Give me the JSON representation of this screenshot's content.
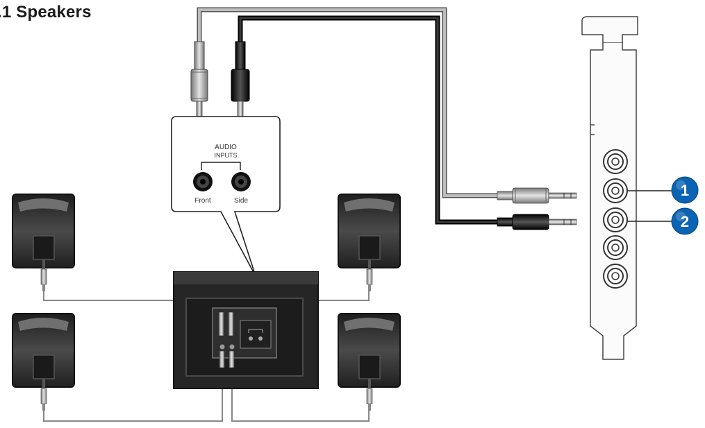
{
  "title": ".1 Speakers",
  "audio_inputs": {
    "heading_line1": "AUDIO",
    "heading_line2": "INPUTS",
    "port_front": "Front",
    "port_side": "Side"
  },
  "callouts": [
    {
      "number": "1",
      "color": "#0b63b3"
    },
    {
      "number": "2",
      "color": "#0b63b3"
    }
  ],
  "colors": {
    "speaker_body": "#2b2b2b",
    "speaker_face": "#3a3a3a",
    "cable_grey": "#8a8a8a",
    "cable_black": "#1a1a1a",
    "callout_blue": "#0b63b3"
  },
  "icons": {
    "speaker": "speaker-icon",
    "subwoofer": "subwoofer-icon",
    "sound_card": "sound-card-icon",
    "audio_jack": "audio-jack-icon"
  }
}
